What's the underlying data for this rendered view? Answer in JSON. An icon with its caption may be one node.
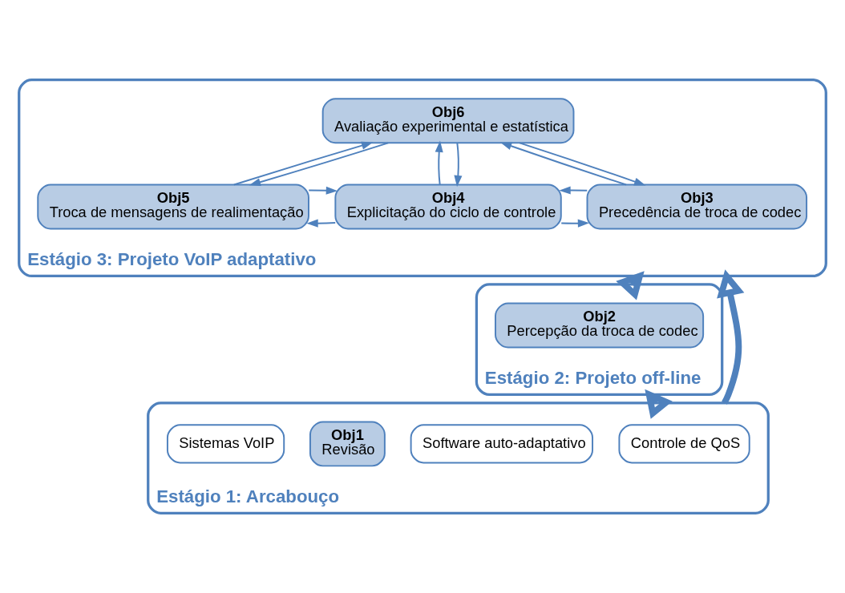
{
  "diagram": {
    "nodes": [
      {
        "text": [
          "Estágio 2: Projeto off-line"
        ]
      },
      {
        "text": [
          "Obj2",
          "Percepção da troca de codec"
        ],
        "in": 0
      },
      {
        "text": [
          "Estágio 3: Projeto VoIP adaptativo"
        ]
      },
      {
        "text": [
          "Obj3",
          "Precedência de troca de codec"
        ],
        "in": 2
      },
      {
        "text": [
          "Obj4",
          "Explicitação do ciclo de controle"
        ],
        "in": 2
      },
      {
        "text": [
          "Obj5",
          "Troca de mensagens de realimentação"
        ],
        "in": 2
      },
      {
        "text": [
          "Obj6",
          "Avaliação experimental e estatística"
        ],
        "in": 2
      },
      {
        "text": [
          "Estágio 1: Arcabouço"
        ]
      },
      {
        "text": [
          "Controle de QoS"
        ],
        "in": 7
      },
      {
        "text": [
          "Software auto-adaptativo"
        ],
        "in": 7
      },
      {
        "text": [
          "Obj1",
          "Revisão"
        ],
        "in": 7
      },
      {
        "text": [
          "Sistemas VoIP"
        ],
        "in": 7
      }
    ],
    "edges": [
      {
        "from": 0,
        "to": 2,
        "arrow": "to",
        "style": "thick"
      },
      {
        "from": 3,
        "to": 4,
        "arrow": "to"
      },
      {
        "from": 4,
        "to": 3,
        "arrow": "to"
      },
      {
        "from": 5,
        "to": 4,
        "arrow": "to"
      },
      {
        "from": 4,
        "to": 5,
        "arrow": "to"
      },
      {
        "from": 3,
        "to": 6,
        "arrow": "to"
      },
      {
        "from": 6,
        "to": 3,
        "arrow": "to"
      },
      {
        "from": 4,
        "to": 6,
        "arrow": "to"
      },
      {
        "from": 6,
        "to": 4,
        "arrow": "to"
      },
      {
        "from": 6,
        "to": 5,
        "arrow": "to"
      },
      {
        "from": 5,
        "to": 6,
        "arrow": "to"
      },
      {
        "from": 7,
        "to": 0,
        "arrow": "to",
        "style": "thick"
      },
      {
        "from": 7,
        "to": 2,
        "arrow": "to",
        "style": "thick"
      }
    ]
  }
}
